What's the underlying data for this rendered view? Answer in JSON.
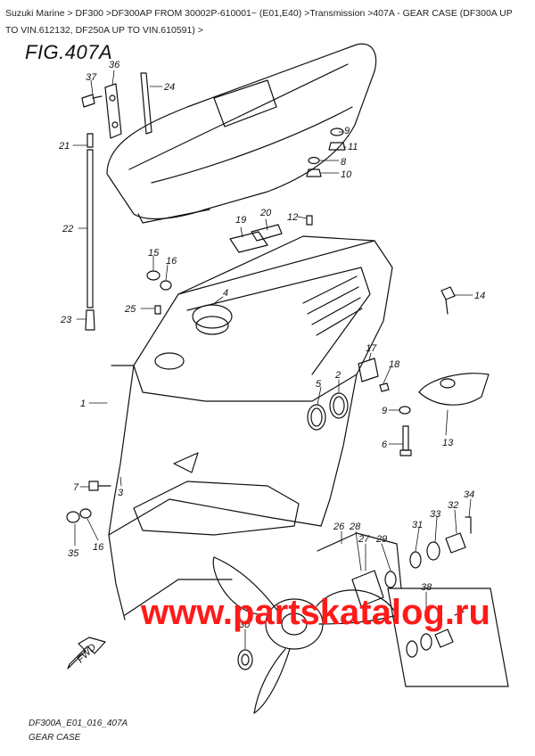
{
  "breadcrumb": {
    "text": "Suzuki Marine > DF300 >DF300AP FROM 30002P-610001~ (E01,E40) >Transmission >407A - GEAR CASE (DF300A UP TO VIN.612132, DF250A UP TO VIN.610591) >"
  },
  "figure": {
    "title": "FIG.407A",
    "fwd_label": "FWD",
    "watermark": "www.partskatalog.ru"
  },
  "callouts": [
    "36",
    "37",
    "24",
    "21",
    "9",
    "11",
    "8",
    "10",
    "20",
    "19",
    "12",
    "22",
    "15",
    "16",
    "4",
    "14",
    "25",
    "23",
    "17",
    "18",
    "2",
    "5",
    "1",
    "9",
    "6",
    "13",
    "7",
    "3",
    "35",
    "16",
    "34",
    "32",
    "33",
    "31",
    "26",
    "28",
    "27",
    "29",
    "38",
    "30"
  ],
  "footer": {
    "code": "DF300A_E01_016_407A",
    "caption": "GEAR CASE"
  },
  "colors": {
    "line": "#111111",
    "watermark": "#ff1a1a",
    "background": "#ffffff"
  }
}
